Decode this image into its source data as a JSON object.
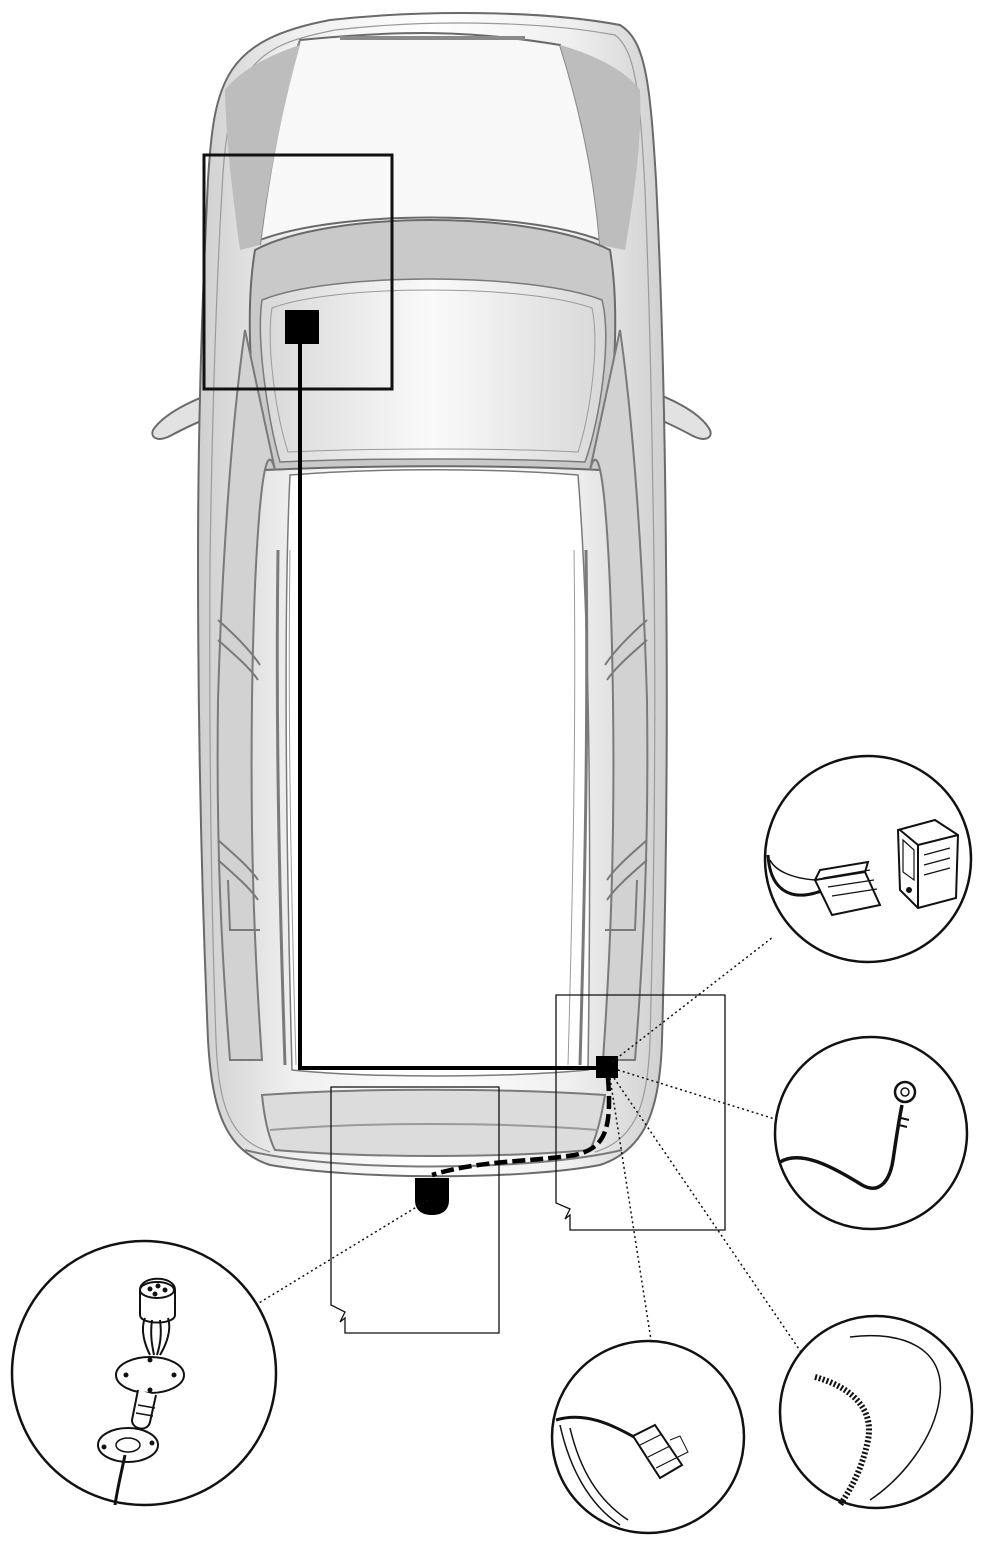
{
  "diagram": {
    "type": "vehicle-wiring-installation",
    "view": "top",
    "vehicle": "car",
    "labels": [],
    "components": {
      "front_module": "control-unit",
      "rear_module": "control-unit",
      "socket": "trailer-socket",
      "main_cable": "wiring-harness",
      "socket_cable": "socket-cable"
    },
    "detail_callouts": [
      {
        "id": "multi-pin-connector",
        "icon": "multi-pin-connector-icon"
      },
      {
        "id": "ring-terminal",
        "icon": "ring-terminal-icon"
      },
      {
        "id": "cable-tie",
        "icon": "cable-tie-icon"
      },
      {
        "id": "plug-connector",
        "icon": "plug-connector-icon"
      },
      {
        "id": "socket-assembly",
        "icon": "socket-assembly-icon"
      }
    ],
    "colors": {
      "outline": "#5a5a5a",
      "body_fill": "#e6e6e6",
      "glass_fill": "#f6f6f6",
      "cable": "#000000"
    }
  }
}
